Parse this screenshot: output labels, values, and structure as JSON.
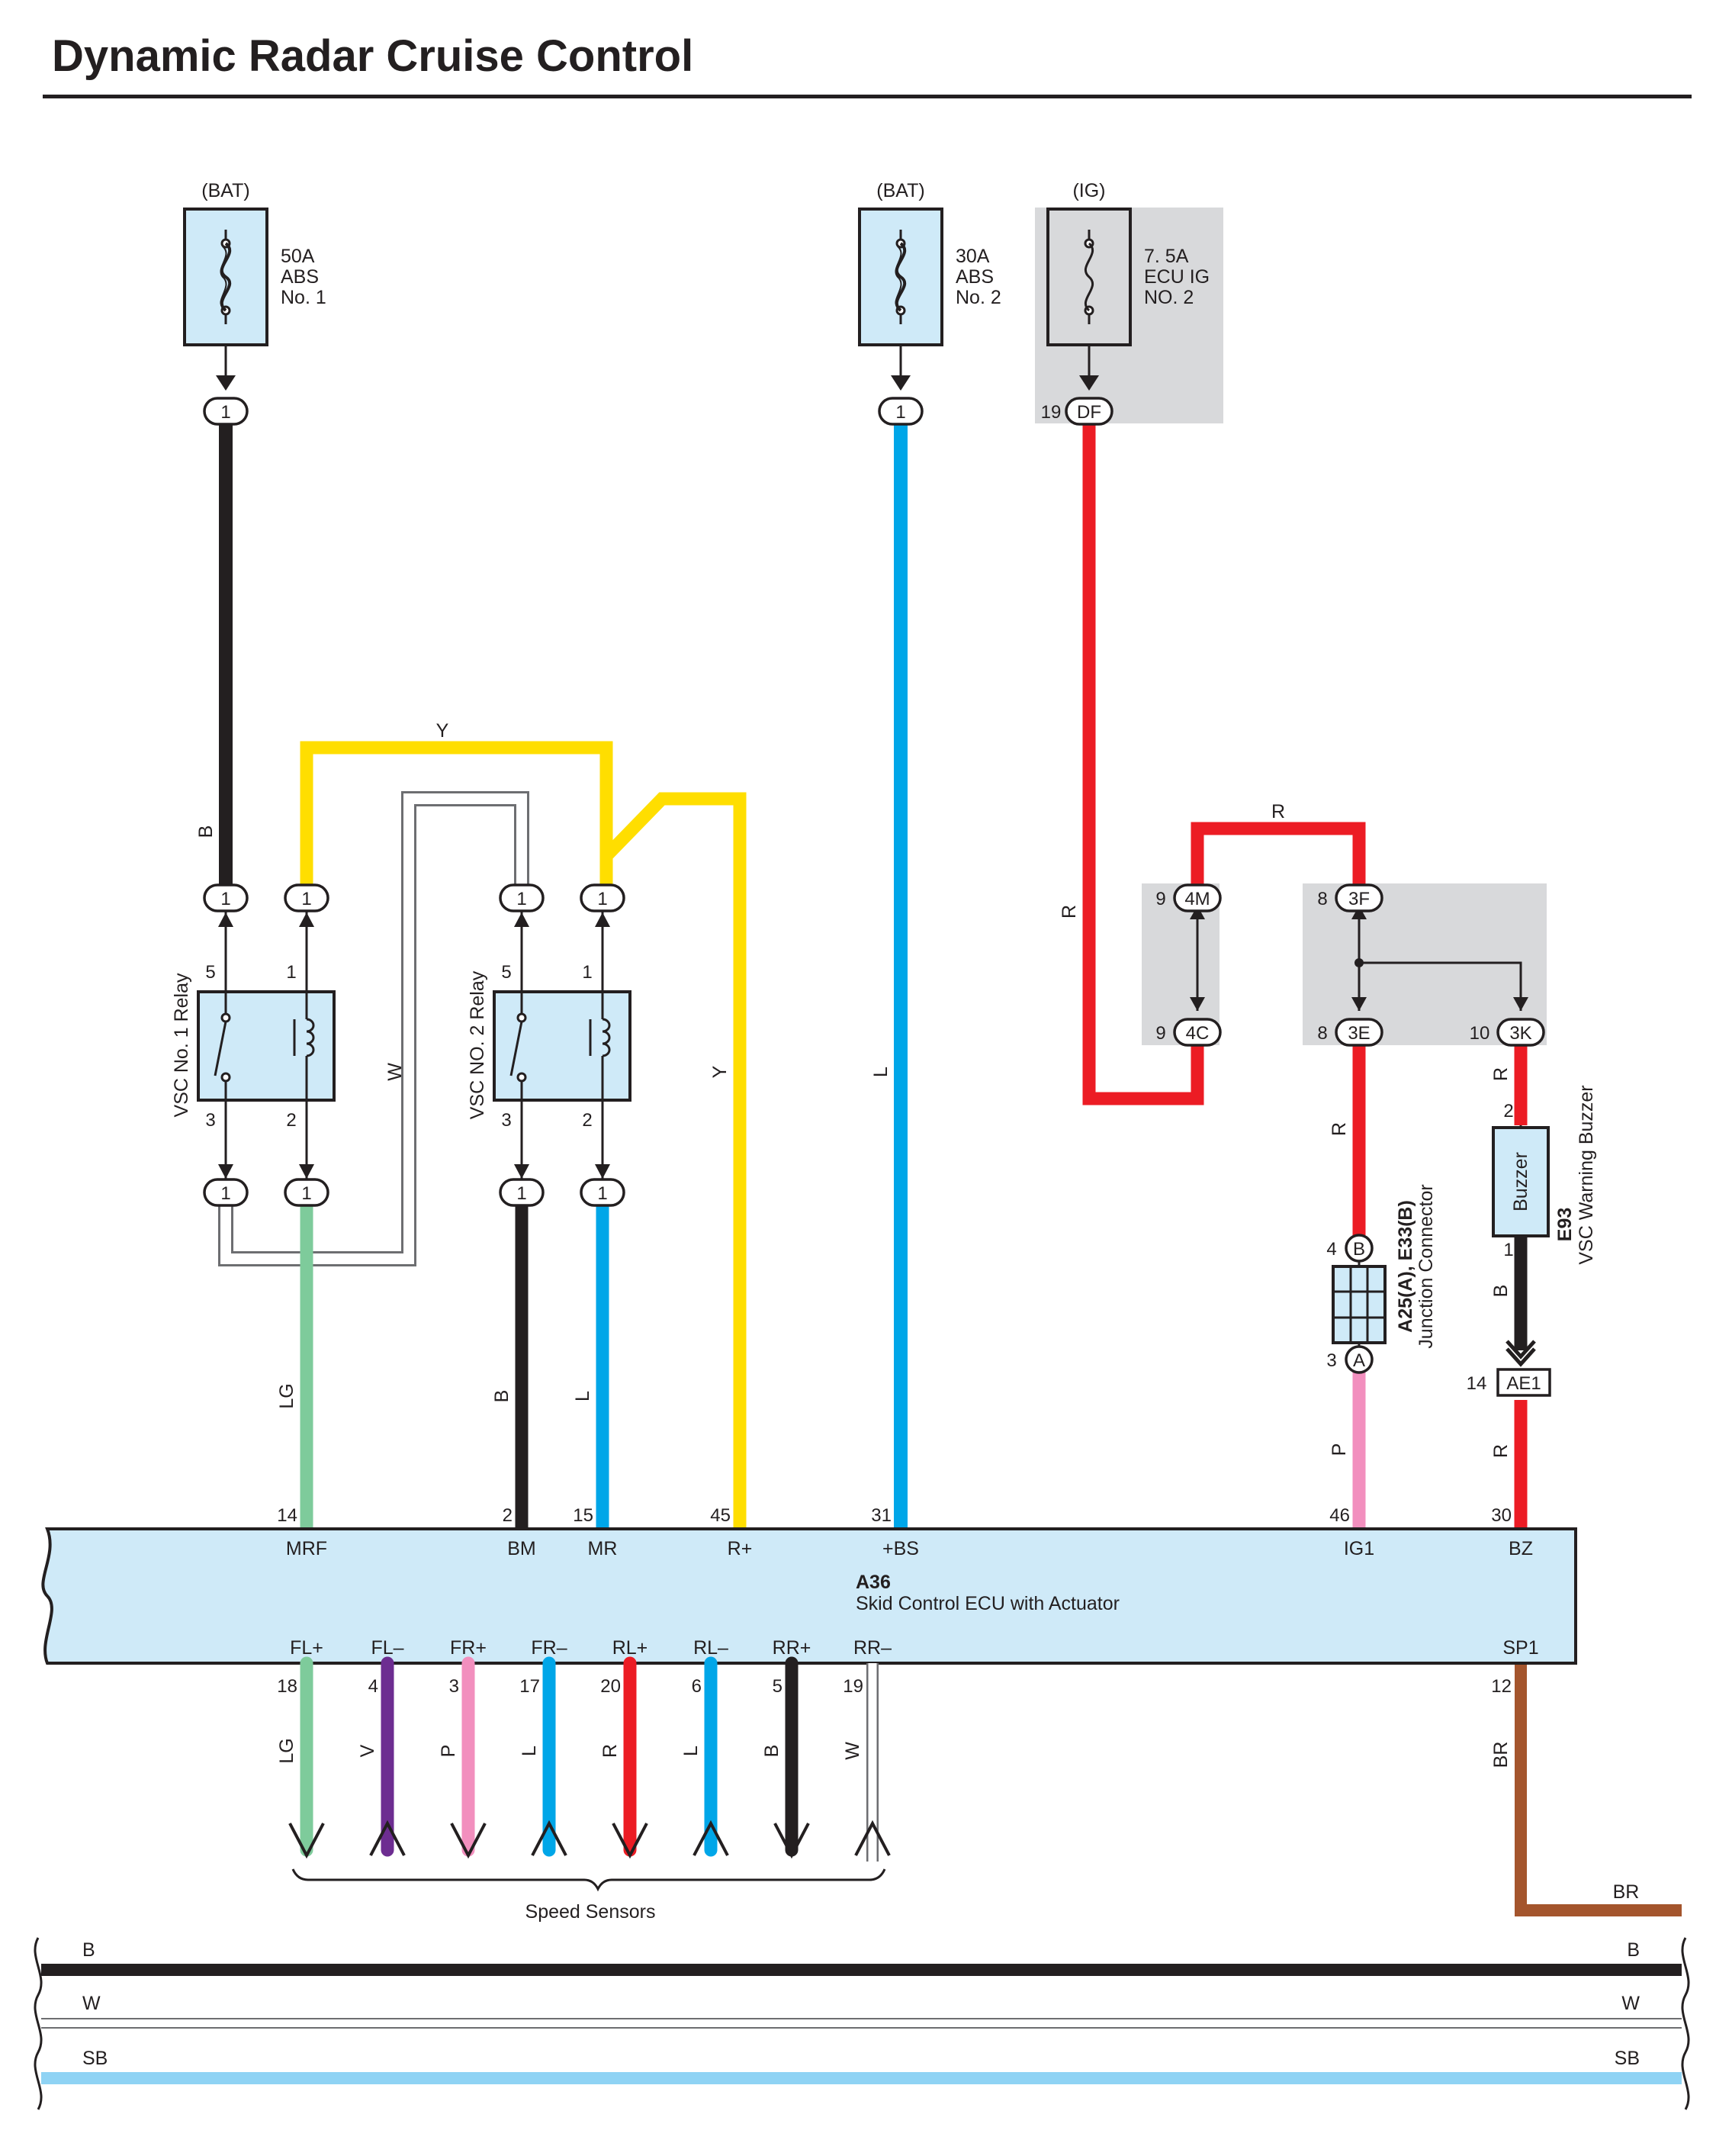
{
  "title": "Dynamic Radar Cruise Control",
  "colors": {
    "B": "#231f20",
    "L": "#00a6e8",
    "R": "#ec1c24",
    "Y": "#ffde00",
    "LG": "#7ecb9b",
    "P": "#f28fbe",
    "V": "#6d2d91",
    "BR": "#a4552d",
    "SB": "#8fd3f4",
    "W": "#ffffff",
    "shade": "#d8d9db",
    "component_fill": "#cfeaf8"
  },
  "fuses": [
    {
      "source": "(BAT)",
      "rating": "50A",
      "name1": "ABS",
      "name2": "No. 1",
      "pin": "1"
    },
    {
      "source": "(BAT)",
      "rating": "30A",
      "name1": "ABS",
      "name2": "No. 2",
      "pin": "1"
    },
    {
      "source": "(IG)",
      "rating": "7. 5A",
      "name1": "ECU IG",
      "name2": "NO. 2",
      "pin": "DF",
      "pin_no": "19"
    }
  ],
  "relays": [
    {
      "name": "VSC No. 1 Relay",
      "pins": [
        "5",
        "1",
        "3",
        "2"
      ]
    },
    {
      "name": "VSC NO. 2 Relay",
      "pins": [
        "5",
        "1",
        "3",
        "2"
      ]
    }
  ],
  "wire_labels": {
    "b1": "B",
    "y_top": "Y",
    "w_mid": "W",
    "y_right": "Y",
    "l_mid": "L",
    "r_left": "R",
    "r_top": "R",
    "lg": "LG",
    "b2": "B",
    "l2": "L",
    "r_3e": "R",
    "p_ig1": "P",
    "r_3k": "R",
    "b_bz": "B",
    "r_bz": "R",
    "br": "BR"
  },
  "junctions": {
    "j4m": "4M",
    "j4m_no": "9",
    "j4c": "4C",
    "j4c_no": "9",
    "j3f": "3F",
    "j3f_no": "8",
    "j3e": "3E",
    "j3e_no": "8",
    "j3k": "3K",
    "j3k_no": "10",
    "ae1": "AE1",
    "ae1_no": "14",
    "conn_b": "B",
    "conn_b_no": "4",
    "conn_a": "A",
    "conn_a_no": "3",
    "one": "1"
  },
  "junction_connector": {
    "code": "A25(A), E33(B)",
    "name": "Junction Connector"
  },
  "buzzer": {
    "label": "Buzzer",
    "code": "E93",
    "name": "VSC Warning Buzzer",
    "pin_top": "2",
    "pin_bottom": "1"
  },
  "ecu": {
    "code": "A36",
    "name": "Skid Control ECU with Actuator",
    "top_terminals": [
      {
        "pin": "14",
        "name": "MRF"
      },
      {
        "pin": "2",
        "name": "BM"
      },
      {
        "pin": "15",
        "name": "MR"
      },
      {
        "pin": "45",
        "name": "R+"
      },
      {
        "pin": "31",
        "name": "+BS"
      },
      {
        "pin": "46",
        "name": "IG1"
      },
      {
        "pin": "30",
        "name": "BZ"
      }
    ],
    "bottom_terminals": [
      {
        "pin": "18",
        "name": "FL+",
        "wire": "LG"
      },
      {
        "pin": "4",
        "name": "FL–",
        "wire": "V"
      },
      {
        "pin": "3",
        "name": "FR+",
        "wire": "P"
      },
      {
        "pin": "17",
        "name": "FR–",
        "wire": "L"
      },
      {
        "pin": "20",
        "name": "RL+",
        "wire": "R"
      },
      {
        "pin": "6",
        "name": "RL–",
        "wire": "L"
      },
      {
        "pin": "5",
        "name": "RR+",
        "wire": "B"
      },
      {
        "pin": "19",
        "name": "RR–",
        "wire": "W"
      },
      {
        "pin": "12",
        "name": "SP1",
        "wire": "BR"
      }
    ]
  },
  "speed_sensors_label": "Speed Sensors",
  "legend": [
    {
      "label": "B",
      "color": "#231f20"
    },
    {
      "label": "W",
      "color": "#ffffff"
    },
    {
      "label": "SB",
      "color": "#8fd3f4"
    }
  ]
}
